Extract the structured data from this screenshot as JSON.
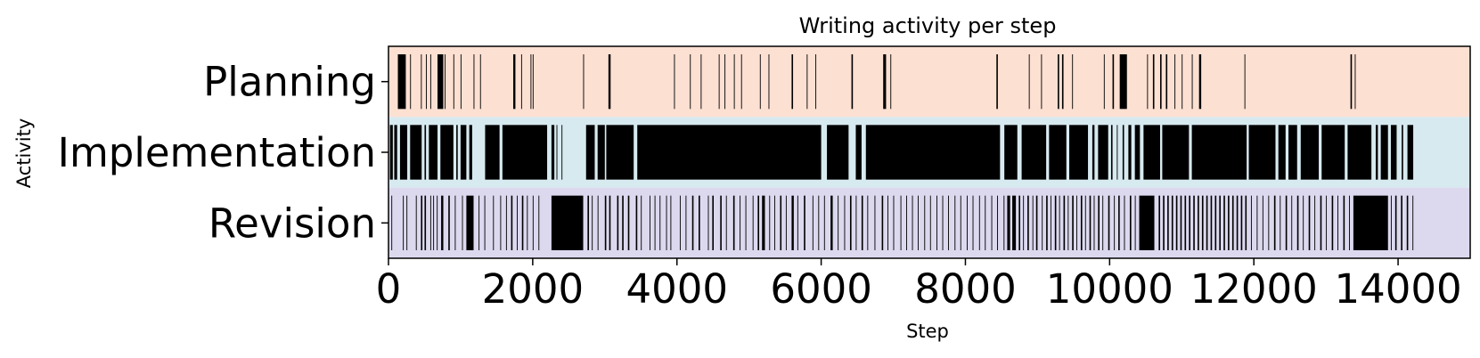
{
  "chart_data": {
    "type": "event-raster",
    "title": "Writing activity per step",
    "xlabel": "Step",
    "ylabel": "Activity",
    "xlim": [
      0,
      15000
    ],
    "xticks": [
      0,
      2000,
      4000,
      6000,
      8000,
      10000,
      12000,
      14000
    ],
    "xtick_labels": [
      "0",
      "2000",
      "4000",
      "6000",
      "8000",
      "10000",
      "12000",
      "14000"
    ],
    "grid": false,
    "legend": "none",
    "rows": [
      {
        "label": "Planning",
        "color": "#fce0d2",
        "intervals": [
          [
            130,
            240
          ],
          [
            300,
            310
          ],
          [
            450,
            460
          ],
          [
            520,
            530
          ],
          [
            580,
            590
          ],
          [
            680,
            760
          ],
          [
            780,
            790
          ],
          [
            900,
            910
          ],
          [
            1000,
            1010
          ],
          [
            1180,
            1190
          ],
          [
            1270,
            1280
          ],
          [
            1730,
            1760
          ],
          [
            1840,
            1850
          ],
          [
            1970,
            1980
          ],
          [
            2000,
            2010
          ],
          [
            2700,
            2710
          ],
          [
            3050,
            3080
          ],
          [
            3960,
            3970
          ],
          [
            4180,
            4190
          ],
          [
            4330,
            4340
          ],
          [
            4580,
            4590
          ],
          [
            4660,
            4670
          ],
          [
            4790,
            4800
          ],
          [
            4890,
            4900
          ],
          [
            5150,
            5160
          ],
          [
            5270,
            5280
          ],
          [
            5590,
            5610
          ],
          [
            5800,
            5810
          ],
          [
            5920,
            5930
          ],
          [
            6420,
            6440
          ],
          [
            6860,
            6900
          ],
          [
            6960,
            6970
          ],
          [
            8430,
            8450
          ],
          [
            8880,
            8890
          ],
          [
            9050,
            9060
          ],
          [
            9280,
            9300
          ],
          [
            9340,
            9360
          ],
          [
            9480,
            9490
          ],
          [
            9920,
            9930
          ],
          [
            10040,
            10060
          ],
          [
            10140,
            10240
          ],
          [
            10520,
            10530
          ],
          [
            10600,
            10620
          ],
          [
            10700,
            10720
          ],
          [
            10780,
            10800
          ],
          [
            10900,
            10910
          ],
          [
            11000,
            11010
          ],
          [
            11140,
            11150
          ],
          [
            11240,
            11270
          ],
          [
            11870,
            11880
          ],
          [
            13340,
            13360
          ],
          [
            13400,
            13410
          ]
        ]
      },
      {
        "label": "Implementation",
        "color": "#d7eaf0",
        "intervals": [
          [
            20,
            60
          ],
          [
            80,
            120
          ],
          [
            160,
            260
          ],
          [
            300,
            460
          ],
          [
            500,
            520
          ],
          [
            560,
            680
          ],
          [
            720,
            900
          ],
          [
            940,
            960
          ],
          [
            1000,
            1080
          ],
          [
            1120,
            1160
          ],
          [
            1340,
            1540
          ],
          [
            1580,
            2200
          ],
          [
            2260,
            2300
          ],
          [
            2330,
            2340
          ],
          [
            2400,
            2410
          ],
          [
            2740,
            2860
          ],
          [
            2900,
            3000
          ],
          [
            3020,
            3400
          ],
          [
            3450,
            6000
          ],
          [
            6080,
            6380
          ],
          [
            6480,
            6560
          ],
          [
            6620,
            8480
          ],
          [
            8540,
            8720
          ],
          [
            8780,
            9120
          ],
          [
            9160,
            9400
          ],
          [
            9440,
            9700
          ],
          [
            9760,
            9790
          ],
          [
            9840,
            9980
          ],
          [
            10020,
            10040
          ],
          [
            10100,
            10110
          ],
          [
            10180,
            10200
          ],
          [
            10260,
            10300
          ],
          [
            10350,
            10420
          ],
          [
            10470,
            10700
          ],
          [
            10730,
            11100
          ],
          [
            11140,
            11900
          ],
          [
            11930,
            12300
          ],
          [
            12340,
            12440
          ],
          [
            12480,
            12600
          ],
          [
            12650,
            12900
          ],
          [
            12940,
            13260
          ],
          [
            13300,
            13630
          ],
          [
            13690,
            13720
          ],
          [
            13760,
            13860
          ],
          [
            13900,
            13980
          ],
          [
            14050,
            14070
          ],
          [
            14130,
            14210
          ]
        ]
      },
      {
        "label": "Revision",
        "color": "#dcd9ef",
        "intervals": [
          [
            40,
            50
          ],
          [
            200,
            210
          ],
          [
            250,
            260
          ],
          [
            380,
            390
          ],
          [
            450,
            470
          ],
          [
            500,
            520
          ],
          [
            580,
            590
          ],
          [
            620,
            630
          ],
          [
            670,
            680
          ],
          [
            730,
            760
          ],
          [
            830,
            850
          ],
          [
            920,
            930
          ],
          [
            1020,
            1030
          ],
          [
            1080,
            1180
          ],
          [
            1250,
            1260
          ],
          [
            1330,
            1340
          ],
          [
            1450,
            1460
          ],
          [
            1550,
            1560
          ],
          [
            1630,
            1640
          ],
          [
            1700,
            1720
          ],
          [
            1780,
            1790
          ],
          [
            1850,
            1870
          ],
          [
            1920,
            1930
          ],
          [
            2000,
            2010
          ],
          [
            2080,
            2090
          ],
          [
            2260,
            2700
          ],
          [
            2760,
            2780
          ],
          [
            2820,
            2830
          ],
          [
            2900,
            2910
          ],
          [
            3000,
            3020
          ],
          [
            3060,
            3080
          ],
          [
            3170,
            3190
          ],
          [
            3240,
            3260
          ],
          [
            3320,
            3340
          ],
          [
            3430,
            3450
          ],
          [
            3500,
            3510
          ],
          [
            3620,
            3630
          ],
          [
            3690,
            3700
          ],
          [
            3760,
            3770
          ],
          [
            3850,
            3860
          ],
          [
            3910,
            3920
          ],
          [
            4040,
            4050
          ],
          [
            4120,
            4130
          ],
          [
            4210,
            4230
          ],
          [
            4300,
            4320
          ],
          [
            4430,
            4440
          ],
          [
            4490,
            4510
          ],
          [
            4600,
            4620
          ],
          [
            4680,
            4690
          ],
          [
            4780,
            4800
          ],
          [
            4870,
            4880
          ],
          [
            4950,
            4960
          ],
          [
            5050,
            5060
          ],
          [
            5120,
            5140
          ],
          [
            5180,
            5220
          ],
          [
            5280,
            5290
          ],
          [
            5350,
            5360
          ],
          [
            5430,
            5450
          ],
          [
            5510,
            5520
          ],
          [
            5590,
            5620
          ],
          [
            5670,
            5680
          ],
          [
            5760,
            5780
          ],
          [
            5880,
            5890
          ],
          [
            5960,
            5970
          ],
          [
            6040,
            6050
          ],
          [
            6130,
            6160
          ],
          [
            6230,
            6240
          ],
          [
            6320,
            6330
          ],
          [
            6400,
            6420
          ],
          [
            6480,
            6490
          ],
          [
            6560,
            6580
          ],
          [
            6640,
            6650
          ],
          [
            6740,
            6750
          ],
          [
            6840,
            6860
          ],
          [
            6920,
            6930
          ],
          [
            7000,
            7010
          ],
          [
            7100,
            7110
          ],
          [
            7180,
            7190
          ],
          [
            7260,
            7270
          ],
          [
            7340,
            7350
          ],
          [
            7430,
            7440
          ],
          [
            7510,
            7520
          ],
          [
            7600,
            7610
          ],
          [
            7680,
            7690
          ],
          [
            7760,
            7770
          ],
          [
            7850,
            7860
          ],
          [
            7930,
            7940
          ],
          [
            8020,
            8030
          ],
          [
            8100,
            8110
          ],
          [
            8190,
            8200
          ],
          [
            8270,
            8280
          ],
          [
            8360,
            8370
          ],
          [
            8440,
            8450
          ],
          [
            8530,
            8540
          ],
          [
            8580,
            8620
          ],
          [
            8650,
            8700
          ],
          [
            8740,
            8760
          ],
          [
            8800,
            8810
          ],
          [
            8860,
            8880
          ],
          [
            8930,
            8940
          ],
          [
            8980,
            9000
          ],
          [
            9060,
            9070
          ],
          [
            9120,
            9140
          ],
          [
            9180,
            9190
          ],
          [
            9240,
            9260
          ],
          [
            9300,
            9310
          ],
          [
            9360,
            9380
          ],
          [
            9420,
            9430
          ],
          [
            9480,
            9500
          ],
          [
            9540,
            9550
          ],
          [
            9600,
            9620
          ],
          [
            9660,
            9670
          ],
          [
            9720,
            9740
          ],
          [
            9780,
            9790
          ],
          [
            9840,
            9860
          ],
          [
            9900,
            9910
          ],
          [
            9980,
            10000
          ],
          [
            10060,
            10070
          ],
          [
            10120,
            10140
          ],
          [
            10200,
            10210
          ],
          [
            10280,
            10300
          ],
          [
            10350,
            10360
          ],
          [
            10410,
            10620
          ],
          [
            10680,
            10700
          ],
          [
            10740,
            10760
          ],
          [
            10800,
            10820
          ],
          [
            10860,
            10880
          ],
          [
            10920,
            10940
          ],
          [
            10980,
            11000
          ],
          [
            11040,
            11060
          ],
          [
            11100,
            11120
          ],
          [
            11160,
            11180
          ],
          [
            11220,
            11240
          ],
          [
            11280,
            11300
          ],
          [
            11340,
            11360
          ],
          [
            11400,
            11420
          ],
          [
            11460,
            11480
          ],
          [
            11520,
            11540
          ],
          [
            11580,
            11600
          ],
          [
            11640,
            11660
          ],
          [
            11700,
            11720
          ],
          [
            11760,
            11780
          ],
          [
            11820,
            11840
          ],
          [
            11880,
            11900
          ],
          [
            11960,
            11970
          ],
          [
            12040,
            12050
          ],
          [
            12120,
            12130
          ],
          [
            12200,
            12210
          ],
          [
            12280,
            12300
          ],
          [
            12360,
            12370
          ],
          [
            12440,
            12460
          ],
          [
            12520,
            12530
          ],
          [
            12600,
            12620
          ],
          [
            12680,
            12690
          ],
          [
            12760,
            12780
          ],
          [
            12840,
            12850
          ],
          [
            12920,
            12940
          ],
          [
            13000,
            13010
          ],
          [
            13080,
            13100
          ],
          [
            13160,
            13170
          ],
          [
            13240,
            13260
          ],
          [
            13320,
            13330
          ],
          [
            13380,
            13860
          ],
          [
            13900,
            13910
          ],
          [
            13960,
            13980
          ],
          [
            14040,
            14060
          ],
          [
            14120,
            14140
          ],
          [
            14200,
            14210
          ]
        ]
      }
    ]
  }
}
